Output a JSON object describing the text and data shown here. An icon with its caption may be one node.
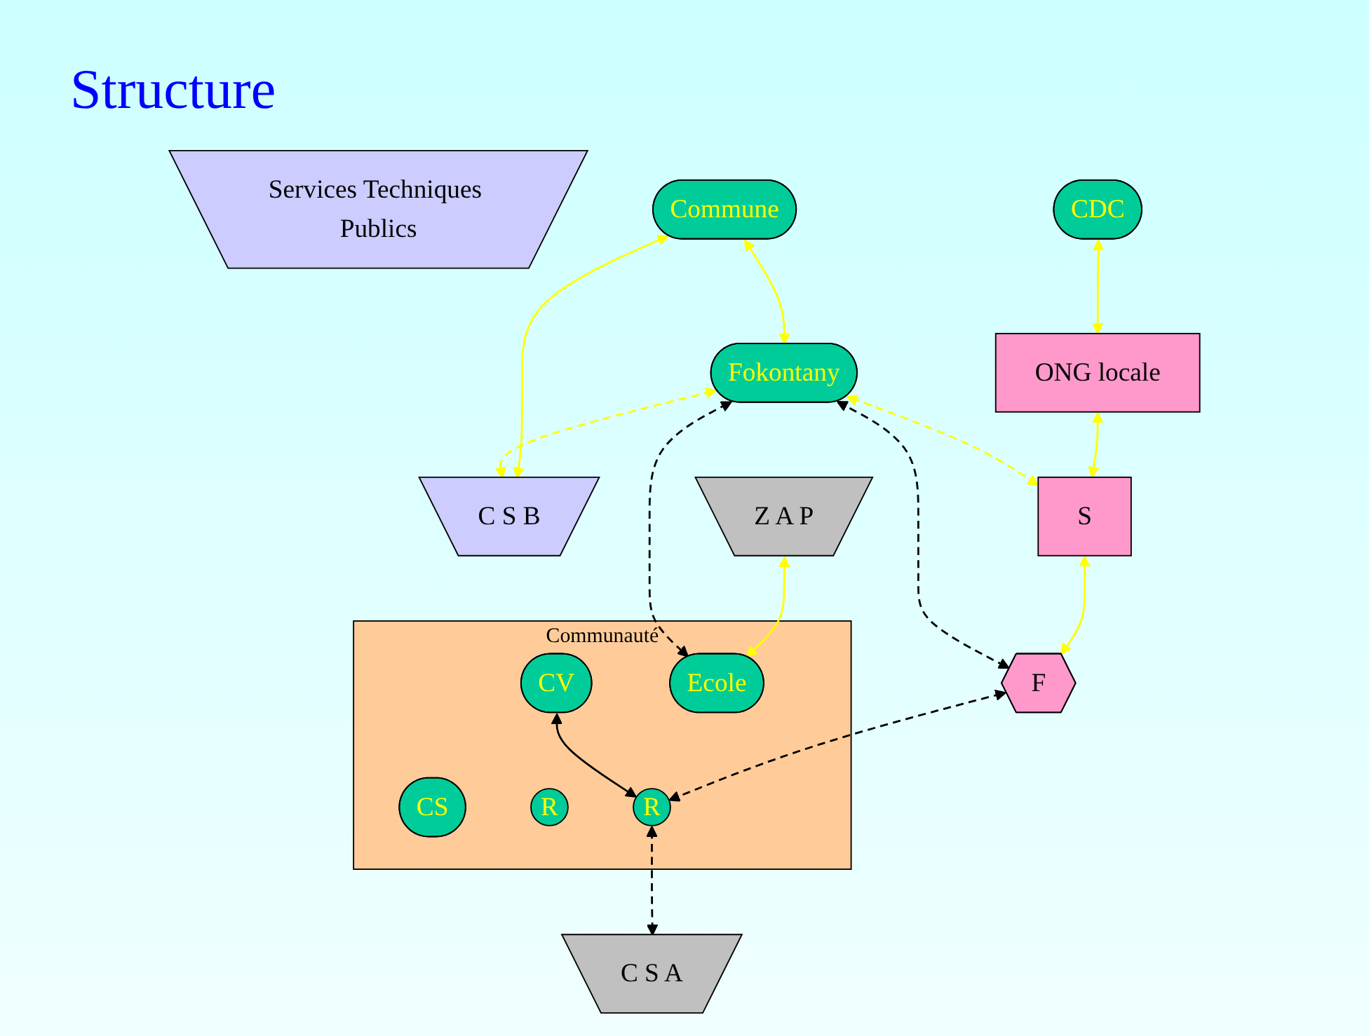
{
  "diagram": {
    "title": "Structure",
    "nodes": [
      {
        "text": [
          "Services Techniques Publics"
        ]
      },
      {
        "text": [
          "Commune"
        ]
      },
      {
        "text": [
          "CDC"
        ]
      },
      {
        "text": [
          "ONG locale"
        ]
      },
      {
        "text": [
          "C S B"
        ]
      },
      {
        "text": [
          "C S A"
        ]
      },
      {
        "text": [
          "Z A P"
        ]
      },
      {
        "text": [
          "S"
        ]
      },
      {
        "text": [
          "F"
        ]
      },
      {
        "text": [
          "Fokontany"
        ]
      },
      {
        "text": [
          "Communauté"
        ]
      },
      {
        "text": [
          "CV"
        ],
        "in": 10
      },
      {
        "text": [
          "Ecole"
        ],
        "in": 10
      },
      {
        "text": [
          "CS"
        ],
        "in": 10
      },
      {
        "text": [
          "R"
        ],
        "in": 10
      },
      {
        "text": [
          "R"
        ],
        "in": 10
      }
    ],
    "edges": [
      {
        "from": 2,
        "to": 3,
        "arrow": "both"
      },
      {
        "from": 1,
        "to": 9,
        "arrow": "both"
      },
      {
        "from": 1,
        "to": 4,
        "arrow": "both"
      },
      {
        "from": 3,
        "to": 7,
        "arrow": "both"
      },
      {
        "from": 7,
        "to": 8,
        "arrow": "both"
      },
      {
        "from": 9,
        "to": 7,
        "arrow": "both",
        "style": "dashed"
      },
      {
        "from": 9,
        "to": 4,
        "arrow": "both",
        "style": "dashed"
      },
      {
        "from": 6,
        "to": 12,
        "arrow": "both"
      },
      {
        "from": 8,
        "to": 9,
        "arrow": "both",
        "style": "dashed",
        "color": "#000000"
      },
      {
        "from": 8,
        "to": 15,
        "arrow": "both",
        "style": "dashed",
        "color": "#000000"
      },
      {
        "from": 11,
        "to": 15,
        "arrow": "both",
        "color": "#000000"
      },
      {
        "from": 15,
        "to": 5,
        "arrow": "both",
        "style": "dashed",
        "color": "#000000"
      },
      {
        "from": 9,
        "to": 12,
        "arrow": "both",
        "style": "dashed",
        "color": "#000000"
      }
    ]
  }
}
